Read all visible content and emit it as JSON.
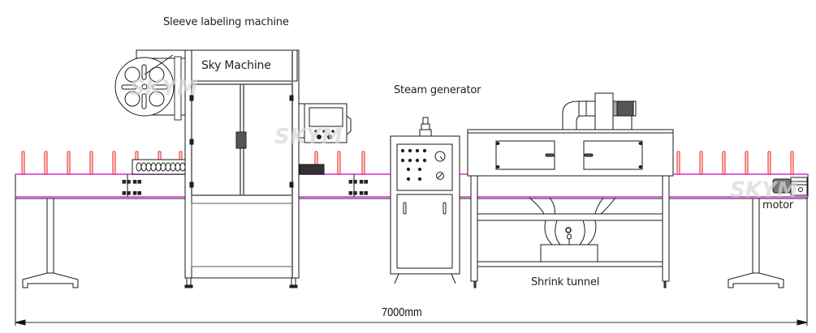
{
  "labels": {
    "sleeve_labeler": "Sleeve labeling machine",
    "brand_plate": "Sky Machine",
    "steam_generator": "Steam generator",
    "shrink_tunnel": "Shrink tunnel",
    "motor": "motor",
    "total_length": "7000mm"
  },
  "watermark": "SKYM",
  "colors": {
    "line": "#1a1a1a",
    "conveyor_rail": "#e060e0",
    "bottle_guide": "#ee2222",
    "watermark": "#dcdcdc"
  },
  "conveyor": {
    "bottle_count_left": 7,
    "bottle_count_mid": 2,
    "bottle_count_right_a": 2,
    "bottle_count_right_b": 6
  }
}
